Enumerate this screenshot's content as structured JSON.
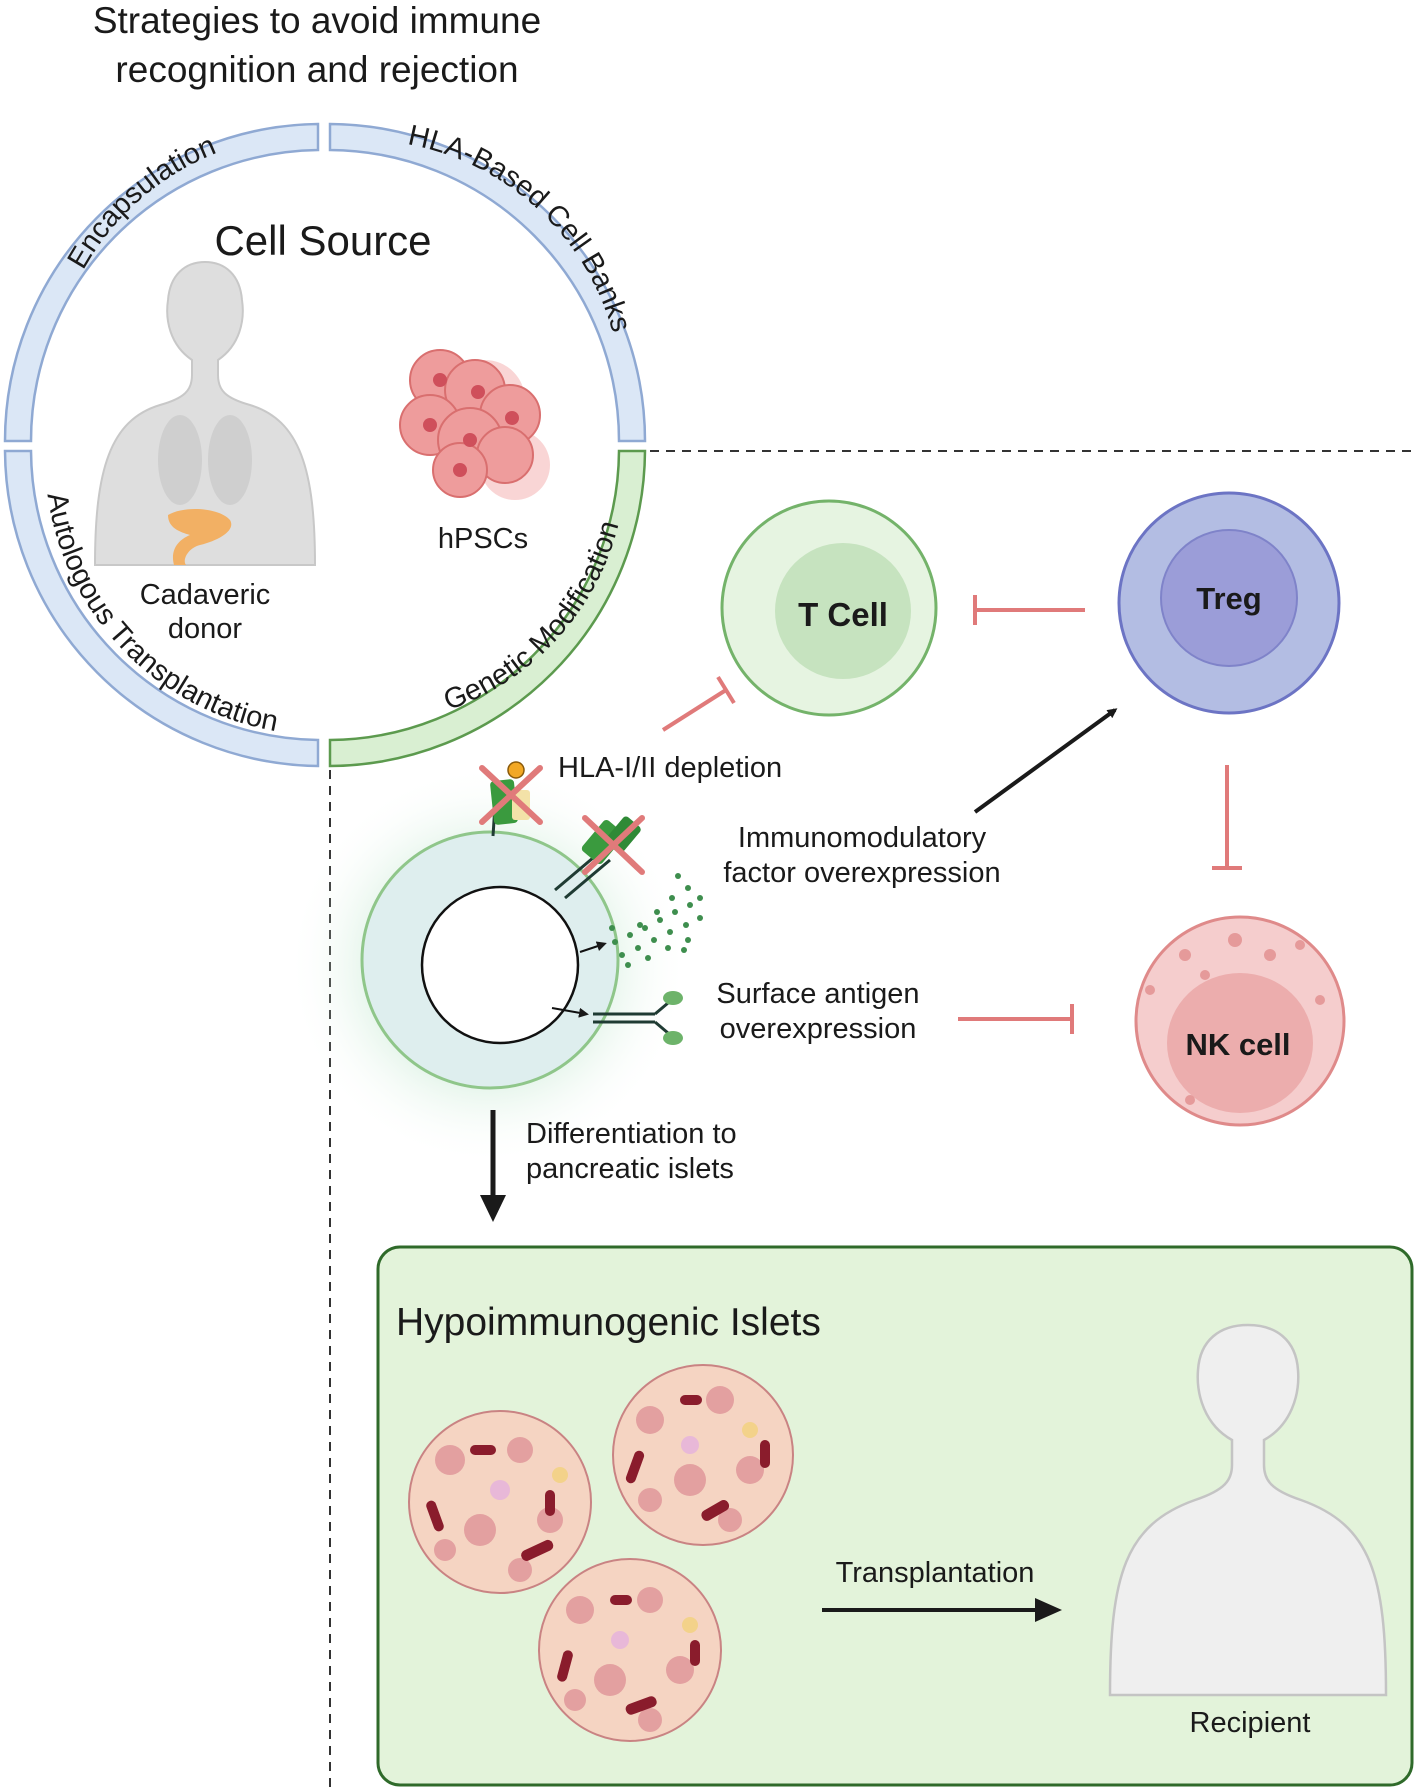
{
  "title": {
    "line1": "Strategies to avoid immune",
    "line2": "recognition and rejection"
  },
  "ring": {
    "center_title": "Cell Source",
    "arc_encapsulation": "Encapsulation",
    "arc_hla_banks": "HLA-Based Cell Banks",
    "arc_autologous": "Autologous Transplantation",
    "arc_genetic": "Genetic Modification",
    "donor_label_1": "Cadaveric",
    "donor_label_2": "donor",
    "hpsc_label": "hPSCs"
  },
  "cells": {
    "t_cell": "T Cell",
    "treg": "Treg",
    "nk_cell": "NK cell"
  },
  "strategies": {
    "hla_depletion": "HLA-I/II depletion",
    "immuno_1": "Immunomodulatory",
    "immuno_2": "factor overexpression",
    "surface_1": "Surface antigen",
    "surface_2": "overexpression",
    "diff_1": "Differentiation to",
    "diff_2": "pancreatic islets"
  },
  "islets_box": {
    "title": "Hypoimmunogenic Islets",
    "transplant": "Transplantation",
    "recipient": "Recipient"
  },
  "colors": {
    "blue_arc": "#dbe7f6",
    "green_arc": "#d9efd2",
    "inhibit_red": "#e07a7a",
    "tcell_green": "#e6f4e1",
    "treg_purple": "#b3bde3",
    "nk_pink": "#f5cdcd",
    "islet_box": "#e3f3da"
  }
}
